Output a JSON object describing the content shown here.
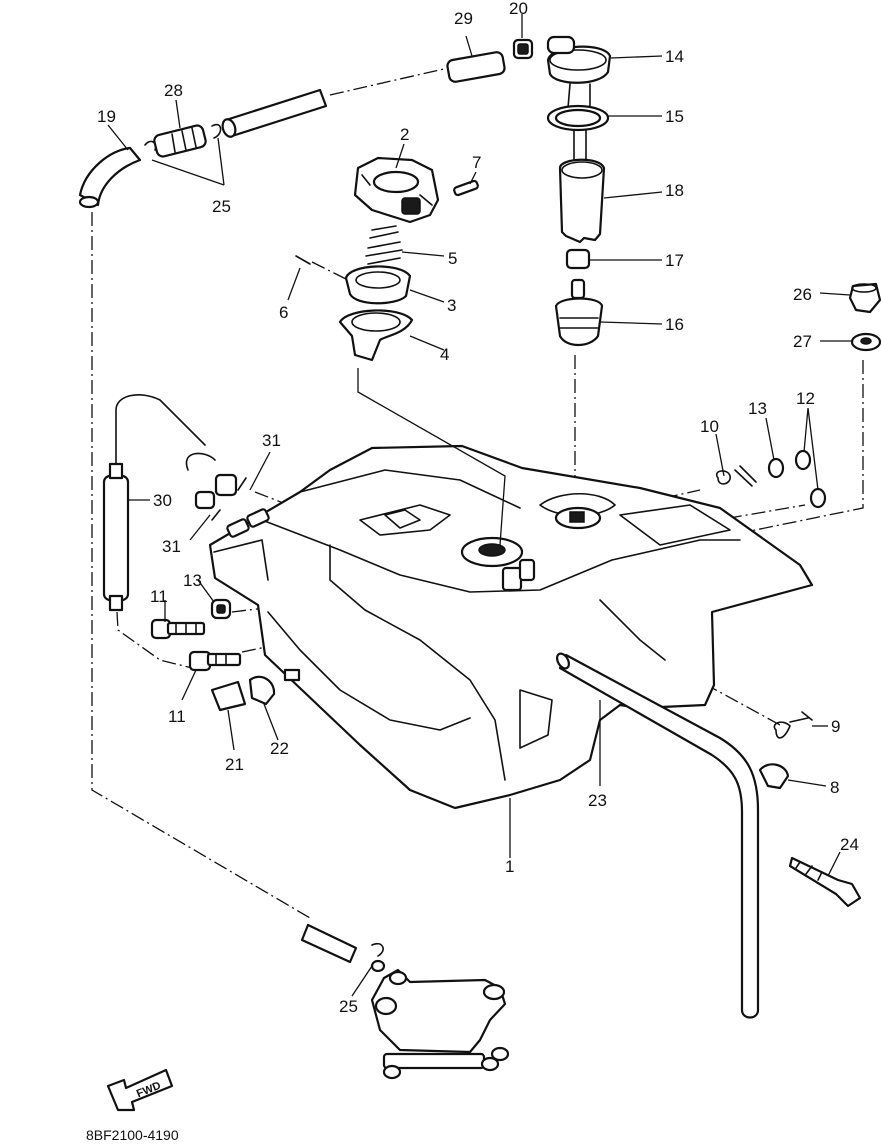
{
  "diagram": {
    "reference_code": "8BF2100-4190",
    "direction_marker": "FWD",
    "callouts": [
      {
        "key": "c29",
        "label": "29"
      },
      {
        "key": "c20",
        "label": "20"
      },
      {
        "key": "c14",
        "label": "14"
      },
      {
        "key": "c15",
        "label": "15"
      },
      {
        "key": "c18",
        "label": "18"
      },
      {
        "key": "c17",
        "label": "17"
      },
      {
        "key": "c16",
        "label": "16"
      },
      {
        "key": "c26",
        "label": "26"
      },
      {
        "key": "c27",
        "label": "27"
      },
      {
        "key": "c19",
        "label": "19"
      },
      {
        "key": "c28",
        "label": "28"
      },
      {
        "key": "c25a",
        "label": "25"
      },
      {
        "key": "c2",
        "label": "2"
      },
      {
        "key": "c7",
        "label": "7"
      },
      {
        "key": "c5",
        "label": "5"
      },
      {
        "key": "c6",
        "label": "6"
      },
      {
        "key": "c3",
        "label": "3"
      },
      {
        "key": "c4",
        "label": "4"
      },
      {
        "key": "c31a",
        "label": "31"
      },
      {
        "key": "c30",
        "label": "30"
      },
      {
        "key": "c31b",
        "label": "31"
      },
      {
        "key": "c13a",
        "label": "13"
      },
      {
        "key": "c11a",
        "label": "11"
      },
      {
        "key": "c11b",
        "label": "11"
      },
      {
        "key": "c21",
        "label": "21"
      },
      {
        "key": "c22",
        "label": "22"
      },
      {
        "key": "c10",
        "label": "10"
      },
      {
        "key": "c13b",
        "label": "13"
      },
      {
        "key": "c12",
        "label": "12"
      },
      {
        "key": "c9",
        "label": "9"
      },
      {
        "key": "c8",
        "label": "8"
      },
      {
        "key": "c23",
        "label": "23"
      },
      {
        "key": "c1",
        "label": "1"
      },
      {
        "key": "c24",
        "label": "24"
      },
      {
        "key": "c25b",
        "label": "25"
      }
    ]
  }
}
